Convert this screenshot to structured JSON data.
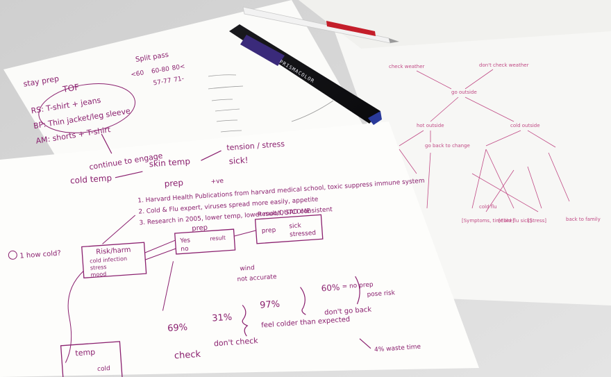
{
  "notes": {
    "top_sheet": {
      "heading": "stay prep",
      "title": "TOF",
      "lines": [
        "RS: T-shirt + jeans",
        "BP: Thin jacket/leg sleeve",
        "AM: shorts + T-shirt"
      ],
      "split_label": "Split pass",
      "ranges": [
        "<60",
        "60-80",
        "80<"
      ],
      "ranges2": [
        "57-77",
        "71-"
      ],
      "bottom": "continue to engage"
    },
    "right_sheet": {
      "nodes": [
        "check weather",
        "don't check weather",
        "go outside",
        "hot outside",
        "cold outside",
        "go back to change",
        "cold flu",
        "[Symptoms, timeline]",
        "[Cold flu sick]",
        "[Stress]",
        "back to family"
      ]
    },
    "main_sheet": {
      "flow": [
        "cold temp",
        "skin temp",
        "tension / stress",
        "sick!",
        "prep",
        "+ve"
      ],
      "list": [
        "1. Harvard Health Publications from harvard medical school, toxic suppress immune system",
        "2. Cold & Flu expert, viruses spread more easily, appetite",
        "3. Research in 2005, lower temp, lower mood, SAD consistent"
      ],
      "question": "1 how cold?",
      "risk_box": {
        "title": "Risk/harm",
        "items": [
          "cold infection",
          "stress",
          "mood"
        ]
      },
      "prep_box": {
        "title": "prep",
        "items": [
          "Yes",
          "no"
        ],
        "result": "result"
      },
      "outcome_box": {
        "title": "Result/OUTCOME",
        "left": "prep",
        "right": [
          "sick",
          "stressed"
        ]
      },
      "temp_box": {
        "title": "temp",
        "sub": "cold"
      },
      "stats": [
        {
          "value": "69%",
          "label": "check"
        },
        {
          "value": "31%",
          "label": "don't check"
        },
        {
          "value": "97%",
          "label": "feel colder than expected"
        },
        {
          "value": "60%",
          "label": "don't go back"
        }
      ],
      "notes_top": [
        "wind",
        "not accurate"
      ],
      "side_notes": [
        "= no prep",
        "pose risk",
        "4% waste time"
      ]
    }
  }
}
